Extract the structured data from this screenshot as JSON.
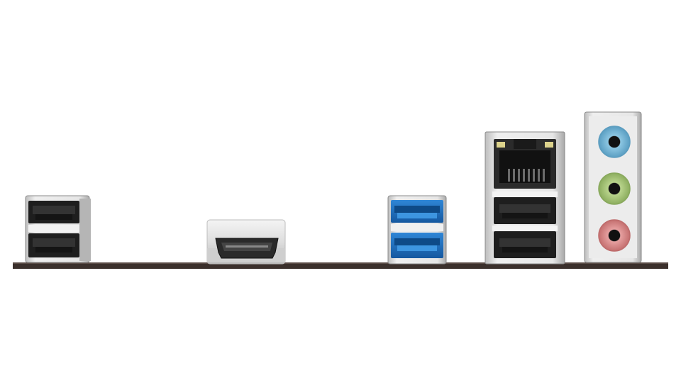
{
  "scene": {
    "background": "#ffffff",
    "subject": "motherboard-rear-io-panel",
    "colors": {
      "pcb": "#3b302c",
      "metal": "#e7e7e7",
      "metal_shadow": "#9c9c9c",
      "port_dark": "#1b1b1b",
      "usb3_blue": "#1f6fc0",
      "usb2_black": "#202020",
      "audio_line_in": "#79b8d8",
      "audio_line_out": "#a8c77a",
      "audio_mic": "#d98c8c"
    },
    "ports": [
      {
        "type": "usb-2.0",
        "count": 2,
        "icon": "usb-port-icon"
      },
      {
        "type": "hdmi",
        "count": 1,
        "icon": "hdmi-port-icon"
      },
      {
        "type": "usb-3.0",
        "count": 2,
        "icon": "usb-port-icon"
      },
      {
        "type": "rj45-ethernet",
        "count": 1,
        "icon": "ethernet-port-icon"
      },
      {
        "type": "usb-2.0",
        "count": 2,
        "icon": "usb-port-icon"
      },
      {
        "type": "audio-jack",
        "count": 3,
        "icon": "audio-jack-icon"
      }
    ]
  }
}
